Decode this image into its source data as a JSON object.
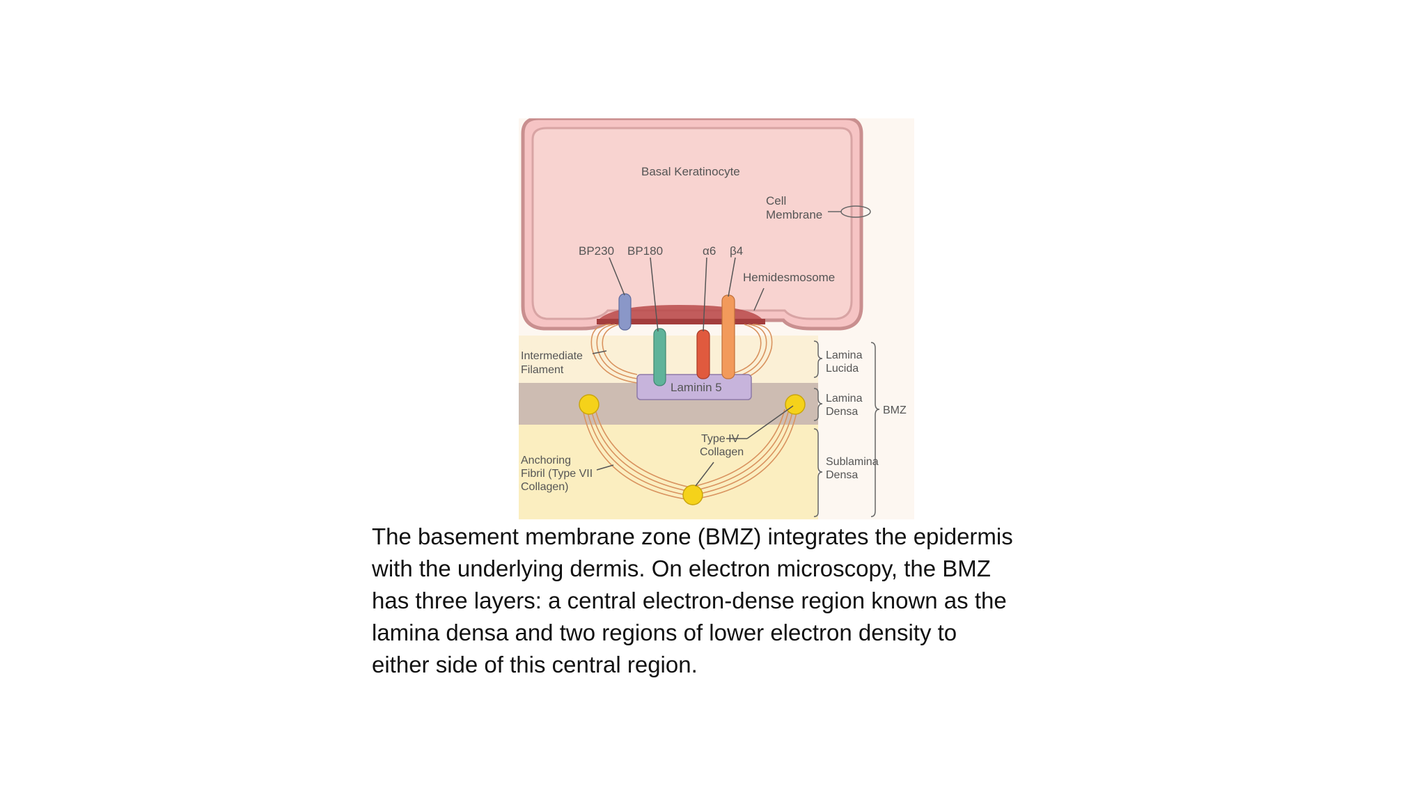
{
  "diagram": {
    "labels": {
      "basal_keratinocyte": "Basal Keratinocyte",
      "cell": "Cell",
      "membrane": "Membrane",
      "bp230": "BP230",
      "bp180": "BP180",
      "alpha6": "α6",
      "beta4": "β4",
      "hemidesmosome": "Hemidesmosome",
      "intermediate": "Intermediate",
      "filament": "Filament",
      "laminin5": "Laminin 5",
      "type_iv_1": "Type IV",
      "type_iv_2": "Collagen",
      "anchoring_1": "Anchoring",
      "anchoring_2": "Fibril (Type VII",
      "anchoring_3": "Collagen)",
      "lamina_lucida_1": "Lamina",
      "lamina_lucida_2": "Lucida",
      "lamina_densa_1": "Lamina",
      "lamina_densa_2": "Densa",
      "sublamina_1": "Sublamina",
      "sublamina_2": "Densa",
      "bmz": "BMZ"
    },
    "colors": {
      "cell": "#f6c4c4",
      "cell_border": "#c98f8f",
      "lamina_lucida": "#fbf0d6",
      "lamina_densa": "#cdbcb2",
      "sublamina": "#fbeec0",
      "hemidesmosome": "#b84a4a",
      "laminin": "#c7b4dc",
      "fibril": "#d9935f",
      "collagen_dot": "#f5d21a",
      "bp230": "#8a97c8",
      "bp180": "#5fb39a",
      "alpha6": "#e05a3e",
      "beta4": "#f29a5b"
    }
  },
  "caption": {
    "lines": [
      "The basement membrane zone (BMZ) integrates the epidermis",
      "with the underlying dermis. On electron microscopy, the BMZ",
      "has three layers: a central electron-dense region known as the",
      "lamina densa and two regions of lower electron density to",
      "either side of this central region."
    ]
  }
}
